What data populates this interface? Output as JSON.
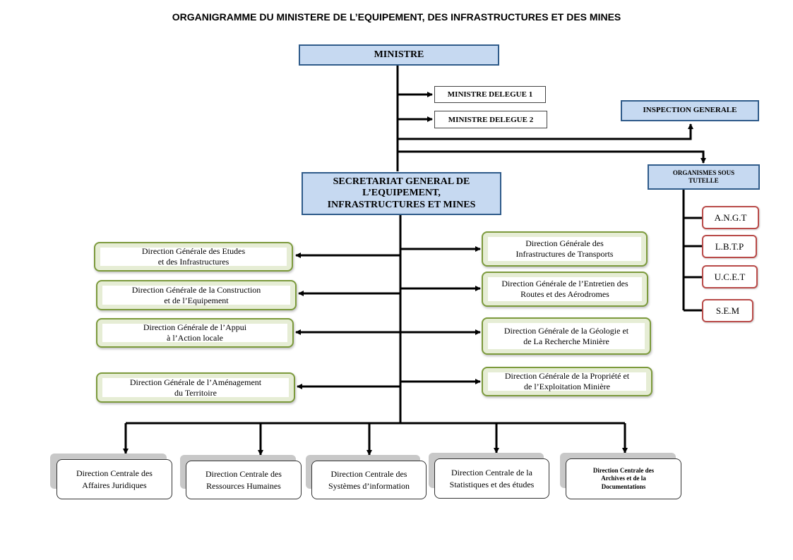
{
  "title": "ORGANIGRAMME DU MINISTERE DE L’EQUIPEMENT, DES INFRASTRUCTURES ET DES MINES",
  "ministre": "MINISTRE",
  "delegues": [
    "MINISTRE DELEGUE 1",
    "MINISTRE DELEGUE 2"
  ],
  "inspection": "INSPECTION GENERALE",
  "organismes": {
    "title": [
      "ORGANISMES SOUS",
      "TUTELLE"
    ],
    "items": [
      "A.N.G.T",
      "L.B.T.P",
      "U.C.E.T",
      "S.E.M"
    ]
  },
  "secretariat": [
    "SECRETARIAT GENERAL DE",
    "L’EQUIPEMENT,",
    "INFRASTRUCTURES ET MINES"
  ],
  "directions_gauche": [
    [
      "Direction Générale des Etudes",
      "et des Infrastructures"
    ],
    [
      "Direction  Générale  de la Construction",
      "et de l’Equipement"
    ],
    [
      "Direction Générale de l’Appui",
      "à l’Action locale"
    ],
    [
      "Direction Générale de l’Aménagement",
      "du Territoire"
    ]
  ],
  "directions_droite": [
    [
      "Direction Générale des",
      "Infrastructures de Transports"
    ],
    [
      "Direction  Générale  de l’Entretien des",
      "Routes et  des Aérodromes"
    ],
    [
      "Direction  Générale  de la Géologie  et",
      "de  La  Recherche  Minière"
    ],
    [
      "Direction  Générale  de la  Propriété  et",
      "de  l’Exploitation  Minière"
    ]
  ],
  "directions_centrales": [
    [
      "Direction  Centrale  des",
      "Affaires  Juridiques"
    ],
    [
      "Direction  Centrale  des",
      "Ressources Humaines"
    ],
    [
      "Direction  Centrale  des",
      "Systèmes  d’information"
    ],
    [
      "Direction  Centrale de la",
      "Statistiques  et des études"
    ],
    [
      "Direction  Centrale des",
      "Archives et de la",
      "Documentations"
    ]
  ],
  "colors": {
    "blue_fill": "#c6d9f1",
    "blue_border": "#2f5b8a",
    "green_border": "#7c9a3c",
    "red_border": "#b94a48"
  }
}
